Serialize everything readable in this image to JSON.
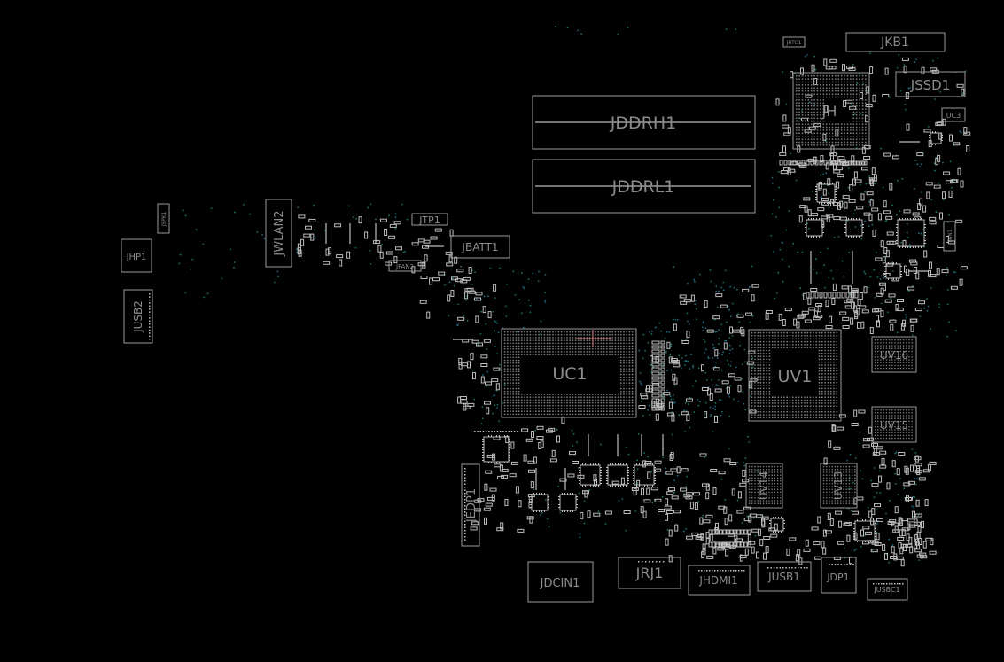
{
  "board": {
    "background": "#000000",
    "outline_color": "#9a9a9a",
    "label_color": "#8c8c8c",
    "via_color": "#1f6e79",
    "components": [
      {
        "ref": "JKB1"
      },
      {
        "ref": "JRTC1"
      },
      {
        "ref": "JSSD1"
      },
      {
        "ref": "UC3"
      },
      {
        "ref": "JH"
      },
      {
        "ref": "JDDRH1"
      },
      {
        "ref": "JDDRL1"
      },
      {
        "ref": "JFAN1"
      },
      {
        "ref": "JSPK1"
      },
      {
        "ref": "JWLAN2"
      },
      {
        "ref": "JTP1"
      },
      {
        "ref": "JBATT1"
      },
      {
        "ref": "JFAN2"
      },
      {
        "ref": "JHP1"
      },
      {
        "ref": "JUSB2"
      },
      {
        "ref": "UC1"
      },
      {
        "ref": "UV1"
      },
      {
        "ref": "UV16"
      },
      {
        "ref": "UV15"
      },
      {
        "ref": "UV14"
      },
      {
        "ref": "UV13"
      },
      {
        "ref": "JEDP1"
      },
      {
        "ref": "JDCIN1"
      },
      {
        "ref": "JRJ1"
      },
      {
        "ref": "JHDMI1"
      },
      {
        "ref": "JUSB1"
      },
      {
        "ref": "JDP1"
      },
      {
        "ref": "JUSBC1"
      }
    ]
  }
}
